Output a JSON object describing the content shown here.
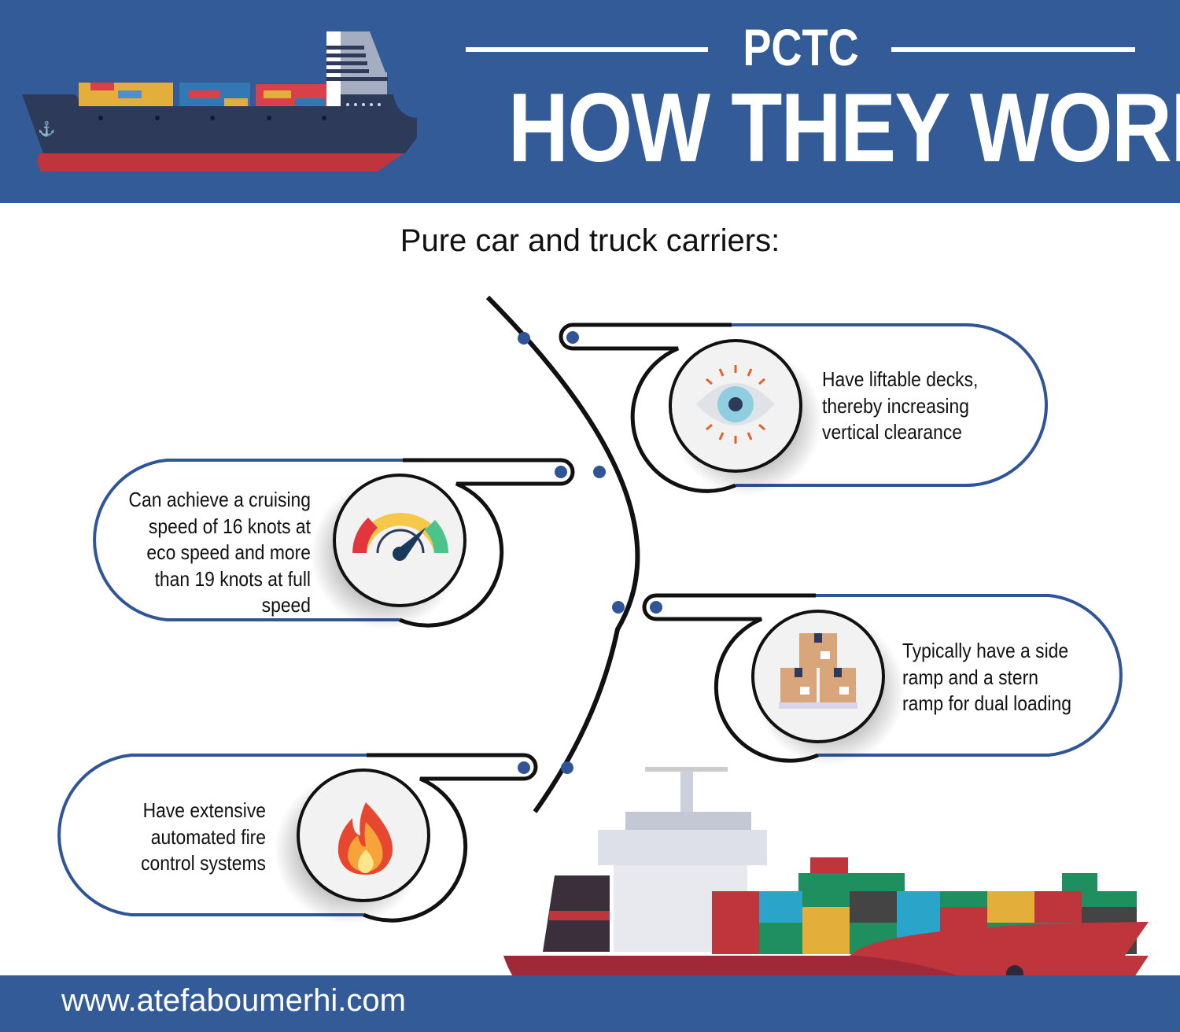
{
  "header": {
    "kicker": "PCTC",
    "title": "HOW THEY WORK"
  },
  "subtitle": "Pure car and truck carriers:",
  "features": [
    {
      "icon": "eye-icon",
      "text": "Have liftable decks, thereby increasing vertical clearance"
    },
    {
      "icon": "speedometer-icon",
      "text": "Can achieve a cruising speed of 16 knots at eco speed and more than 19 knots at full speed"
    },
    {
      "icon": "boxes-icon",
      "text": "Typically have a side ramp and a stern ramp for dual loading"
    },
    {
      "icon": "fire-icon",
      "text": "Have extensive automated fire control systems"
    }
  ],
  "footer": {
    "url": "www.atefaboumerhi.com"
  },
  "colors": {
    "brand_blue": "#335b98",
    "outline_blue": "#2f5597",
    "hull_red": "#c0343c",
    "hull_dark": "#2e3a5a"
  }
}
